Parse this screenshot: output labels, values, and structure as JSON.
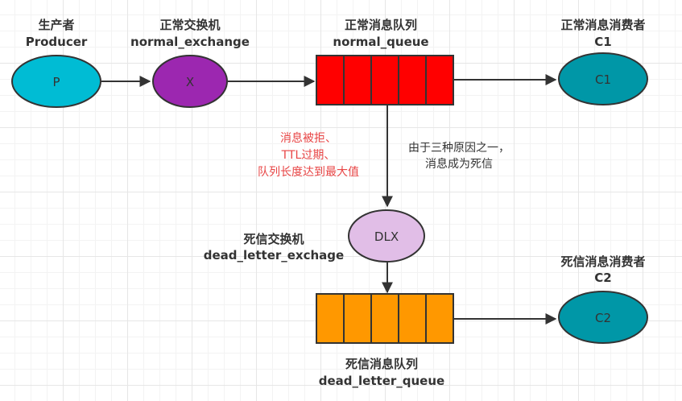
{
  "nodes": {
    "producer": {
      "title": "生产者",
      "subtitle": "Producer",
      "text": "P",
      "fill": "#00bcd4"
    },
    "normal_exchange": {
      "title": "正常交换机",
      "subtitle": "normal_exchange",
      "text": "X",
      "fill": "#9c27b0"
    },
    "normal_queue": {
      "title": "正常消息队列",
      "subtitle": "normal_queue",
      "fill": "#ff0000",
      "cells": 5
    },
    "consumer_c1": {
      "title": "正常消息消费者",
      "subtitle": "C1",
      "text": "C1",
      "fill": "#0097a7"
    },
    "dlx": {
      "title": "死信交换机",
      "subtitle": "dead_letter_exchage",
      "text": "DLX",
      "fill": "#e1bee7"
    },
    "dead_letter_queue": {
      "title": "死信消息队列",
      "subtitle": "dead_letter_queue",
      "fill": "#ff9800",
      "cells": 5
    },
    "consumer_c2": {
      "title": "死信消息消费者",
      "subtitle": "C2",
      "text": "C2",
      "fill": "#0097a7"
    }
  },
  "annotations": {
    "reasons": [
      "消息被拒、",
      "TTL过期、",
      "队列长度达到最大值"
    ],
    "reasons_color": "#e84545",
    "explanation": [
      "由于三种原因之一，",
      "消息成为死信"
    ]
  },
  "edges": [
    {
      "from": "producer",
      "to": "normal_exchange"
    },
    {
      "from": "normal_exchange",
      "to": "normal_queue"
    },
    {
      "from": "normal_queue",
      "to": "consumer_c1"
    },
    {
      "from": "normal_queue",
      "to": "dlx"
    },
    {
      "from": "dlx",
      "to": "dead_letter_queue"
    },
    {
      "from": "dead_letter_queue",
      "to": "consumer_c2"
    }
  ]
}
